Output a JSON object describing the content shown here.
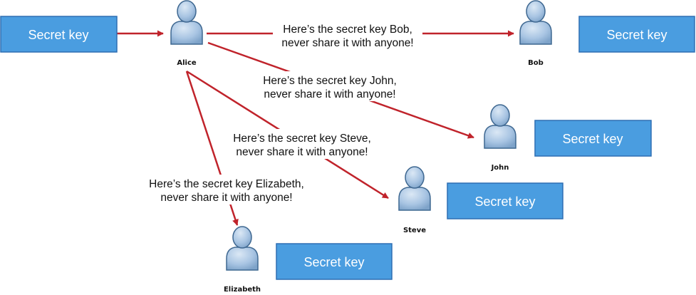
{
  "colors": {
    "key_box_fill": "#4a9de0",
    "key_box_stroke": "#2e6fb3",
    "arrow": "#c0232b",
    "person_fill": "#a9c5e3",
    "person_stroke": "#3f6891"
  },
  "keys": {
    "alice": "Secret key",
    "bob": "Secret key",
    "john": "Secret key",
    "steve": "Secret key",
    "elizabeth": "Secret key"
  },
  "people": {
    "alice": "Alice",
    "bob": "Bob",
    "john": "John",
    "steve": "Steve",
    "elizabeth": "Elizabeth"
  },
  "messages": {
    "bob": {
      "line1": "Here’s the secret key Bob,",
      "line2": "never share it with anyone!"
    },
    "john": {
      "line1": "Here’s the secret key John,",
      "line2": "never share it with anyone!"
    },
    "steve": {
      "line1": "Here’s the secret key Steve,",
      "line2": "never share it with anyone!"
    },
    "elizabeth": {
      "line1": "Here’s the secret key Elizabeth,",
      "line2": "never share it with anyone!"
    }
  }
}
